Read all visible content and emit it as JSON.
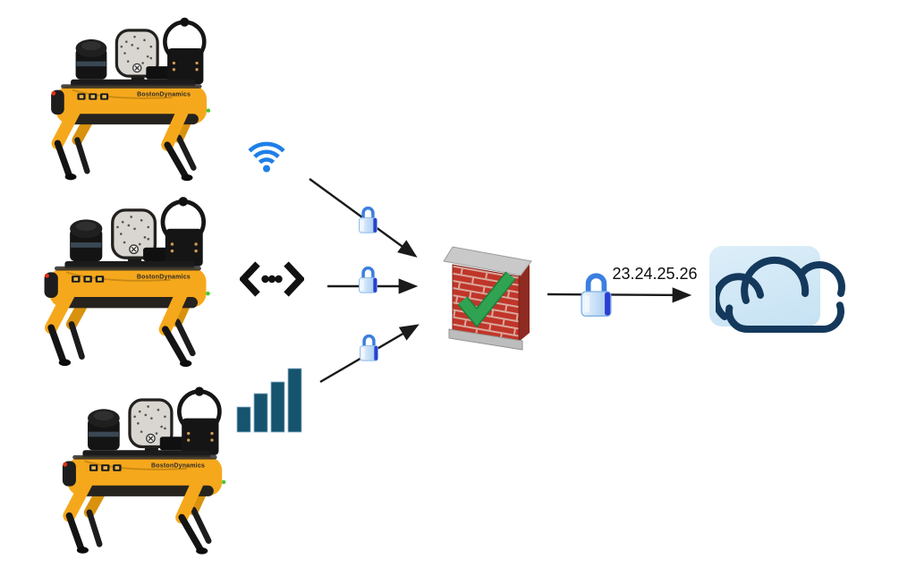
{
  "diagram": {
    "robots": [
      {
        "name": "spot-robot-1",
        "label": "BostonDynamics"
      },
      {
        "name": "spot-robot-2",
        "label": "BostonDynamics"
      },
      {
        "name": "spot-robot-3",
        "label": "BostonDynamics"
      }
    ],
    "connectivity_options": [
      {
        "icon": "wifi-icon",
        "color": "#1f7fe8"
      },
      {
        "icon": "point-to-point-icon",
        "color": "#111111"
      },
      {
        "icon": "cellular-bars-icon",
        "color": "#15536e"
      }
    ],
    "encrypted_links": {
      "lock_icon_count": 4,
      "shackle_color": "#3b7fe0",
      "body_color": "#bcd9f5",
      "edge_color": "#2b3fd0"
    },
    "firewall": {
      "icon": "firewall-icon",
      "brick_color": "#c13529",
      "cap_color": "#c9c9c9",
      "checkmark_color": "#2fa352"
    },
    "cloud": {
      "icon": "cloud-icon",
      "ip_address": "23.24.25.26",
      "box_color": "#cfe7f5",
      "outline_color": "#14395c"
    },
    "arrow_color": "#1a1a1a",
    "background": "#ffffff",
    "robot_yellow": "#f6a81c"
  }
}
